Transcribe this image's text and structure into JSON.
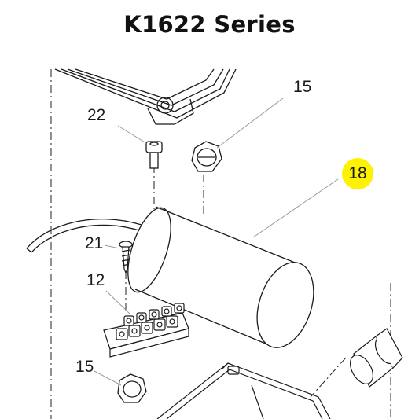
{
  "title": "K1622 Series",
  "callouts": [
    {
      "id": "15-top",
      "label": "15"
    },
    {
      "id": "22",
      "label": "22"
    },
    {
      "id": "18",
      "label": "18",
      "highlighted": true
    },
    {
      "id": "21",
      "label": "21"
    },
    {
      "id": "12",
      "label": "12"
    },
    {
      "id": "15-bottom",
      "label": "15"
    }
  ],
  "colors": {
    "highlight": "#fff200",
    "line": "#1a1a1a",
    "leader": "#9a9a9a"
  }
}
